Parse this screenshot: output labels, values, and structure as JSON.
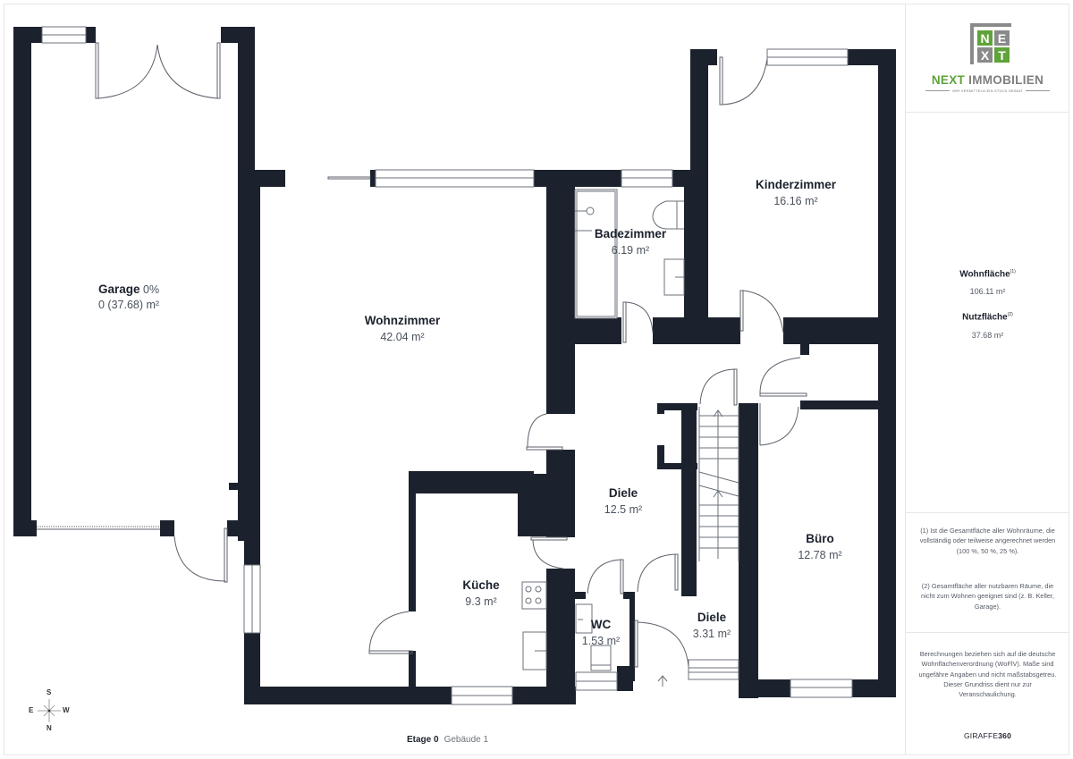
{
  "brand": {
    "logo_letters": [
      "N",
      "E",
      "X",
      "T"
    ],
    "name_part1": "NEXT",
    "name_part2": "IMMOBILIEN",
    "tagline": "WIR VERMITTELN EIN STÜCK HEIMAT",
    "colors": {
      "green": "#5fa33a",
      "gray": "#7f7f7f",
      "wall": "#1c222d"
    }
  },
  "summary": {
    "living_area_label": "Wohnfläche",
    "living_area_footnote": "(1)",
    "living_area_value": "106.11 m²",
    "usable_area_label": "Nutzfläche",
    "usable_area_footnote": "(2)",
    "usable_area_value": "37.68 m²"
  },
  "notes": {
    "note1": "(1) Ist die Gesamtfläche aller Wohnräume, die vollständig oder teilweise angerechnet werden (100 %, 50 %, 25 %).",
    "note2": "(2) Gesamtfläche aller nutzbaren Räume, die nicht zum Wohnen geeignet sind (z. B. Keller, Garage).",
    "disclaimer": "Berechnungen beziehen sich auf die deutsche Wohnflächenverordnung (WoFlV). Maße sind ungefähre Angaben und nicht maßstabsgetreu. Dieser Grundriss dient nur zur Veranschaulichung.",
    "provider_part1": "GIRAFFE",
    "provider_part2": "360"
  },
  "rooms": {
    "garage": {
      "name": "Garage",
      "suffix": " 0%",
      "area": "0 (37.68) m²"
    },
    "wohnzimmer": {
      "name": "Wohnzimmer",
      "area": "42.04 m²"
    },
    "badezimmer": {
      "name": "Badezimmer",
      "area": "6.19 m²"
    },
    "kinderzimmer": {
      "name": "Kinderzimmer",
      "area": "16.16 m²"
    },
    "diele_main": {
      "name": "Diele",
      "area": "12.5 m²"
    },
    "kueche": {
      "name": "Küche",
      "area": "9.3 m²"
    },
    "buero": {
      "name": "Büro",
      "area": "12.78 m²"
    },
    "wc": {
      "name": "WC",
      "area": "1.53 m²"
    },
    "diele_small": {
      "name": "Diele",
      "area": "3.31 m²"
    }
  },
  "compass": {
    "top": "S",
    "left": "E",
    "right": "W",
    "bottom": "N"
  },
  "footer": {
    "floor": "Etage 0",
    "building": "Gebäude 1"
  }
}
